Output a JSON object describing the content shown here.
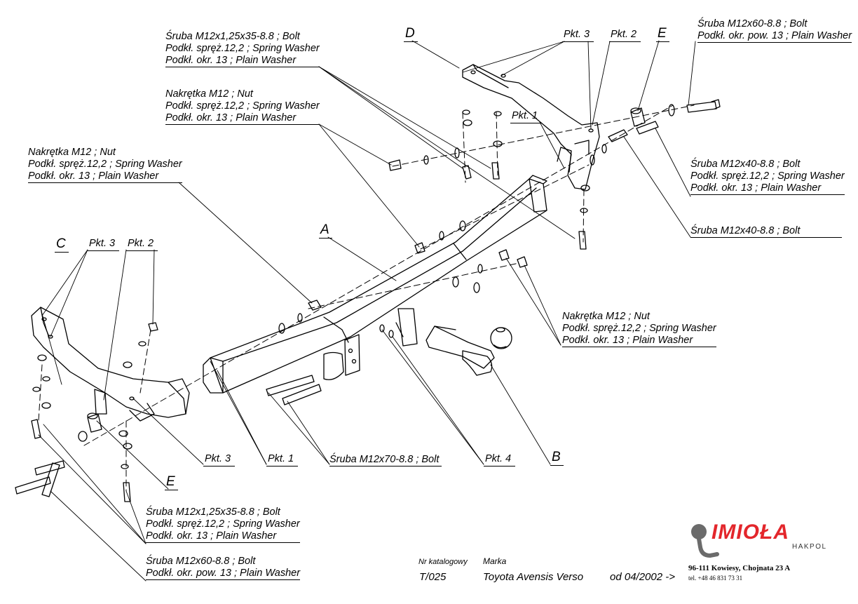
{
  "labels": {
    "bolt_d_top": [
      "Śruba M12x1,25x35-8.8 ;  Bolt",
      "Podkł. spręż.12,2 ; Spring Washer",
      "Podkł. okr. 13 ; Plain Washer"
    ],
    "nut_mid": [
      "Nakrętka  M12 ; Nut",
      "Podkł. spręż.12,2 ; Spring Washer",
      "Podkł. okr. 13 ; Plain Washer"
    ],
    "nut_left": [
      "Nakrętka  M12 ; Nut",
      "Podkł. spręż.12,2 ; Spring Washer",
      "Podkł. okr. 13 ; Plain Washer"
    ],
    "bolt_e_top": [
      "Śruba M12x60-8.8 ;  Bolt",
      "Podkł. okr. pow. 13 ; Plain Washer"
    ],
    "bolt_m12x40_washers": [
      "Śruba M12x40-8.8 ;  Bolt",
      "Podkł. spręż.12,2 ; Spring Washer",
      "Podkł. okr. 13 ; Plain Washer"
    ],
    "bolt_m12x40": [
      "Śruba M12x40-8.8 ;  Bolt"
    ],
    "nut_right": [
      "Nakrętka  M12 ; Nut",
      "Podkł. spręż.12,2 ; Spring Washer",
      "Podkł. okr. 13 ; Plain Washer"
    ],
    "bolt_m12x70": [
      "Śruba M12x70-8.8 ;  Bolt"
    ],
    "bolt_c_bottom": [
      "Śruba M12x1,25x35-8.8 ;  Bolt",
      "Podkł. spręż.12,2 ; Spring Washer",
      "Podkł. okr. 13 ; Plain Washer"
    ],
    "bolt_e_bottom": [
      "Śruba M12x60-8.8 ;  Bolt",
      "Podkł. okr. pow. 13 ; Plain Washer"
    ]
  },
  "letters": {
    "A": "A",
    "B": "B",
    "C": "C",
    "D": "D",
    "E_top": "E",
    "E_bottom": "E"
  },
  "points": {
    "pkt3_top": "Pkt. 3",
    "pkt2_top": "Pkt. 2",
    "pkt1_top": "Pkt. 1",
    "pkt3_left": "Pkt. 3",
    "pkt2_left": "Pkt. 2",
    "pkt3_bottom": "Pkt. 3",
    "pkt1_bottom": "Pkt. 1",
    "pkt4_bottom": "Pkt. 4"
  },
  "footer": {
    "catalog_label": "Nr katalogowy",
    "catalog_value": "T/025",
    "brand_label": "Marka",
    "brand_value": "Toyota Avensis Verso",
    "from_value": "od  04/2002 ->",
    "logo_text": "IMIOŁA",
    "logo_sub": "HAKPOL",
    "address": "96-111 Kowiesy, Chojnata 23 A",
    "phone": "tel. +48 46 831 73 31",
    "logo_color": "#e3262b"
  }
}
